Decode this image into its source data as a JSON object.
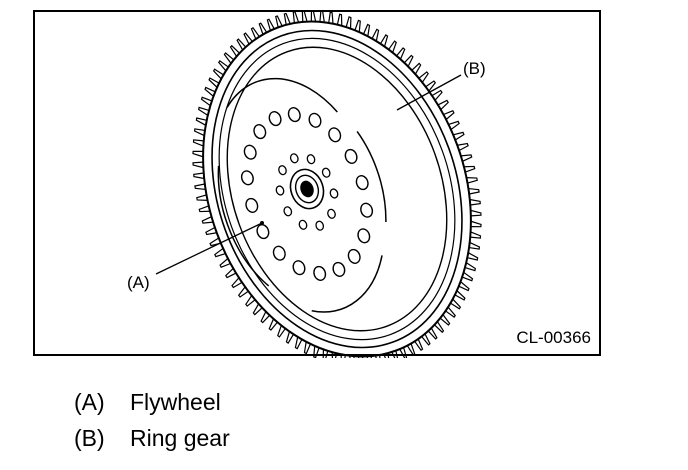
{
  "figure": {
    "code": "CL-00366",
    "callouts": {
      "a": "(A)",
      "b": "(B)"
    }
  },
  "legend": [
    {
      "key": "(A)",
      "text": "Flywheel"
    },
    {
      "key": "(B)",
      "text": "Ring gear"
    }
  ]
}
